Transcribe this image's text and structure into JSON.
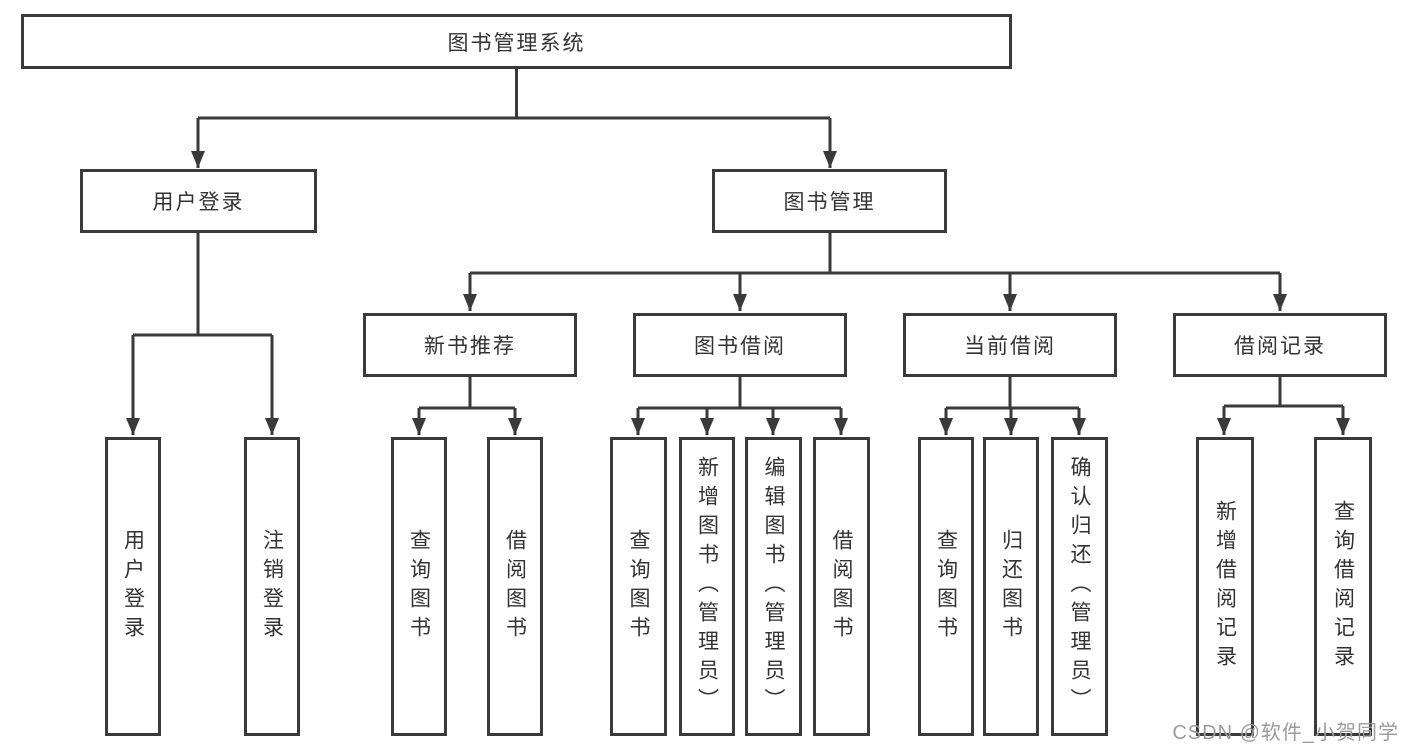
{
  "root": {
    "label": "图书管理系统"
  },
  "branches": [
    {
      "label": "用户登录",
      "children": [
        "用户登录",
        "注销登录"
      ]
    },
    {
      "label": "图书管理",
      "groups": [
        {
          "label": "新书推荐",
          "children": [
            "查询图书",
            "借阅图书"
          ]
        },
        {
          "label": "图书借阅",
          "children": [
            "查询图书",
            "新增图书（管理员）",
            "编辑图书（管理员）",
            "借阅图书"
          ]
        },
        {
          "label": "当前借阅",
          "children": [
            "查询图书",
            "归还图书",
            "确认归还（管理员）"
          ]
        },
        {
          "label": "借阅记录",
          "children": [
            "新增借阅记录",
            "查询借阅记录"
          ]
        }
      ]
    }
  ],
  "watermark": "CSDN @软件_小贺同学",
  "colors": {
    "line": "#3a3a3a",
    "text": "#333333",
    "background": "#ffffff",
    "watermark": "#9b9b9b"
  }
}
